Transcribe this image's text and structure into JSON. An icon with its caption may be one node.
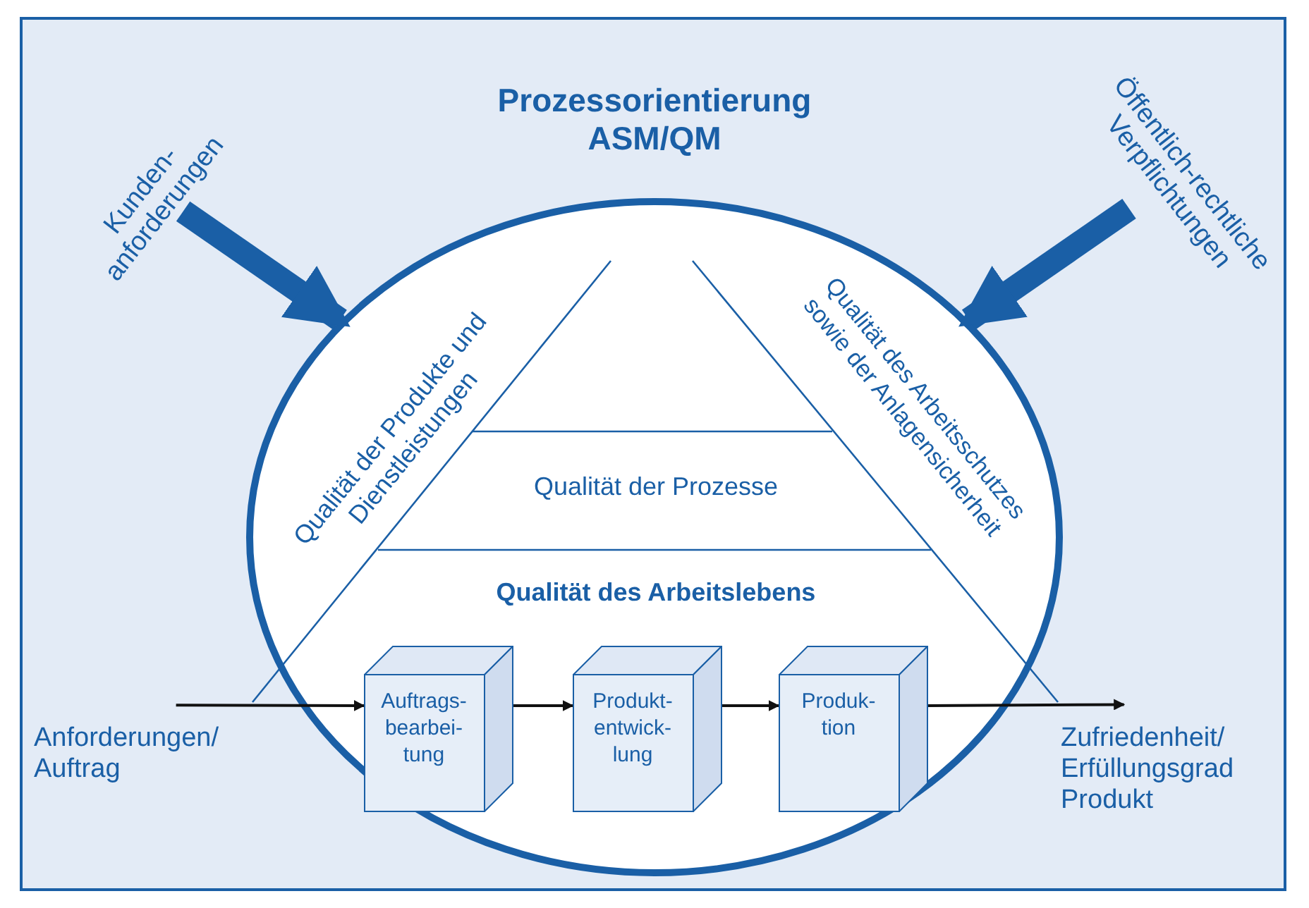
{
  "diagram": {
    "title": "Prozessorientierung ASM/QM",
    "nodes": [
      {
        "text": [],
        "shape": "ellipse"
      },
      {
        "text": [
          "Kunden- anforderungen"
        ]
      },
      {
        "text": [
          "Öffentlich-rechtliche Verpflichtungen"
        ]
      },
      {
        "text": [
          "Auftrags- bearbei- tung"
        ],
        "in": 0
      },
      {
        "text": [
          "Produkt- entwick- lung"
        ],
        "in": 0
      },
      {
        "text": [
          "Produk- tion"
        ],
        "in": 0
      },
      {
        "text": [
          "Anforderungen/ Auftrag"
        ]
      },
      {
        "text": [
          "Zufriedenheit/ Erfüllungsgrad Produkt"
        ]
      }
    ],
    "edges": [
      {
        "from": 1,
        "to": 0,
        "arrow": "to",
        "style": "thick",
        "color": "#1a5fa6"
      },
      {
        "from": 2,
        "to": 0,
        "arrow": "to",
        "style": "thick",
        "color": "#1a5fa6"
      },
      {
        "from": 6,
        "to": 3,
        "arrow": "to"
      },
      {
        "from": 3,
        "to": 4,
        "arrow": "to"
      },
      {
        "from": 4,
        "to": 5,
        "arrow": "to"
      },
      {
        "from": 5,
        "to": 7,
        "arrow": "to"
      }
    ],
    "labels": [
      "Qualität der Produkte und Dienstleistungen",
      "Qualität des Arbeitsschutzes sowie der Anlagensicherheit",
      "Qualität der Prozesse",
      "Qualität des Arbeitslebens"
    ]
  }
}
